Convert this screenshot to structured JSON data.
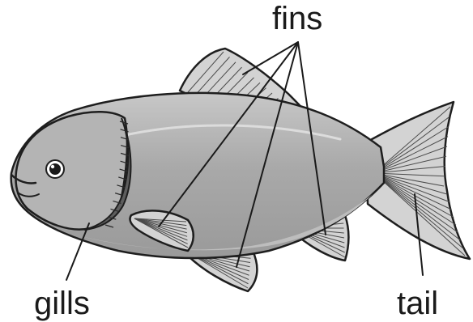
{
  "labels": {
    "fins": "fins",
    "gills": "gills",
    "tail": "tail"
  },
  "colors": {
    "body": "#a6a6a6",
    "body_light": "#c4c4c4",
    "belly": "#bdbdbd",
    "fin": "#d3d3d3",
    "outline": "#1e1e1e",
    "leader": "#1a1a1a"
  }
}
